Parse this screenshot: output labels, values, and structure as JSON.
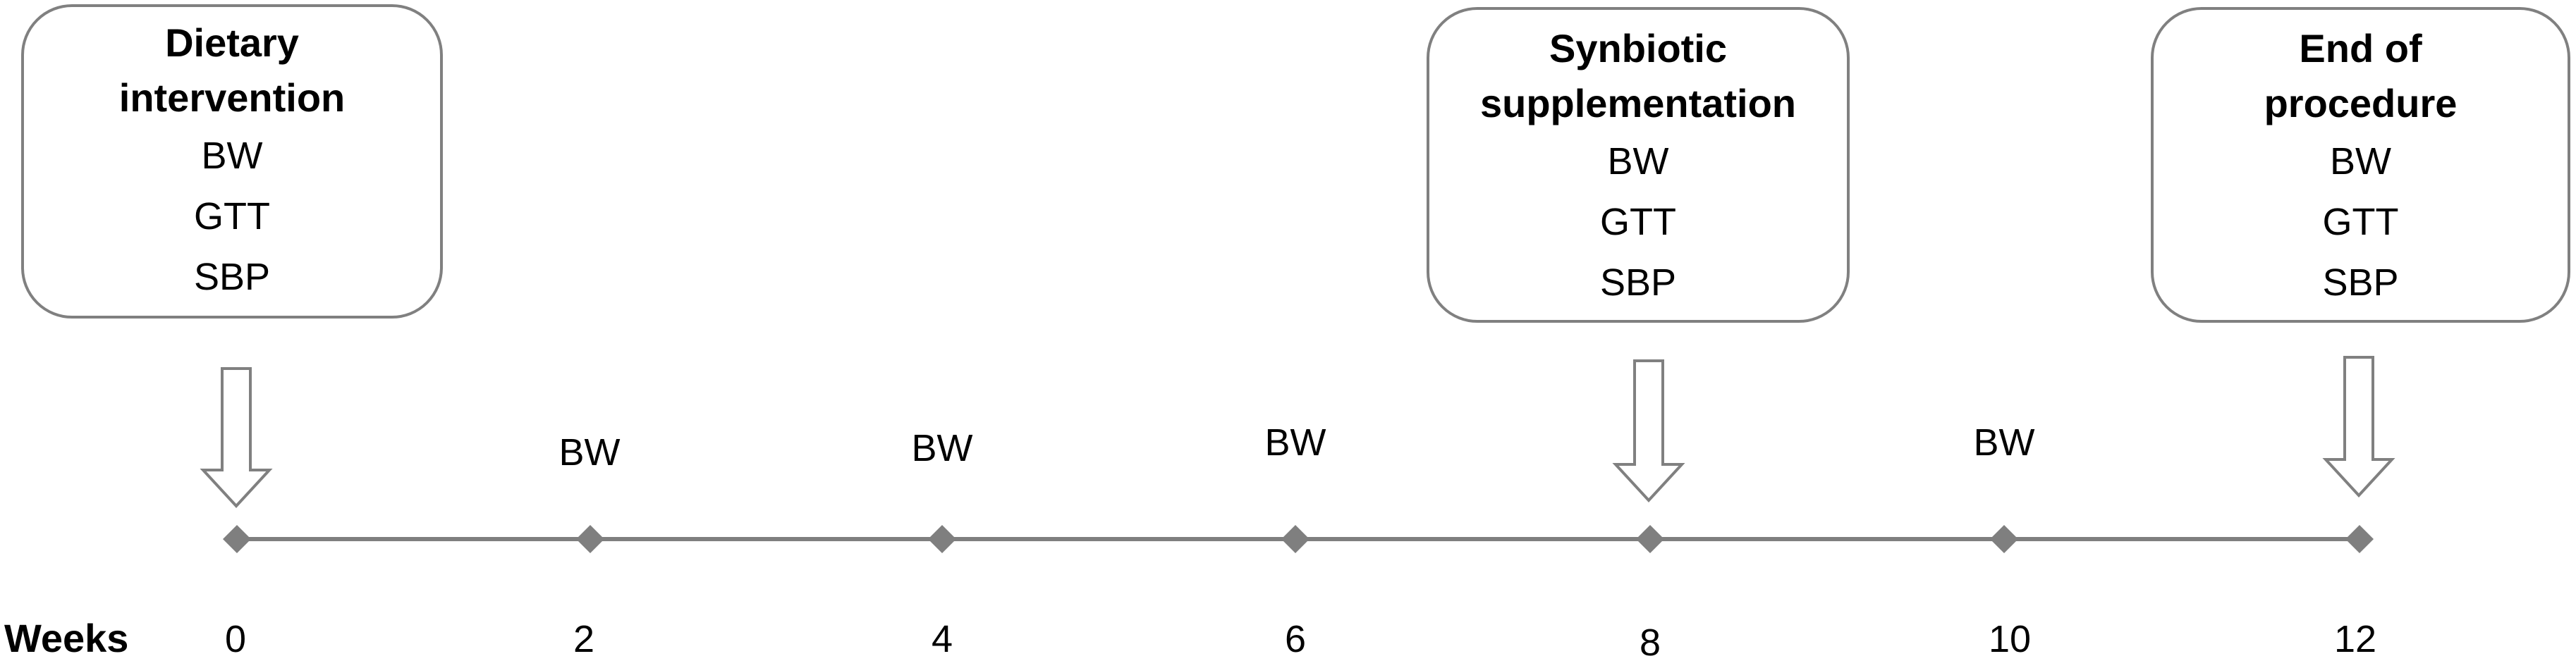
{
  "boxes": [
    {
      "title_lines": [
        "Dietary",
        "intervention"
      ],
      "measures": [
        "BW",
        "GTT",
        "SBP"
      ]
    },
    {
      "title_lines": [
        "Synbiotic",
        "supplementation"
      ],
      "measures": [
        "BW",
        "GTT",
        "SBP"
      ]
    },
    {
      "title_lines": [
        "End of",
        "procedure"
      ],
      "measures": [
        "BW",
        "GTT",
        "SBP"
      ]
    }
  ],
  "timeline": {
    "axis_label": "Weeks",
    "ticks": [
      "0",
      "2",
      "4",
      "6",
      "8",
      "10",
      "12"
    ],
    "point_labels": [
      "",
      "BW",
      "BW",
      "BW",
      "",
      "BW",
      ""
    ]
  },
  "colors": {
    "line": "#7f7f7f",
    "marker": "#7f7f7f",
    "box_border": "#808080",
    "arrow": "#808080"
  }
}
